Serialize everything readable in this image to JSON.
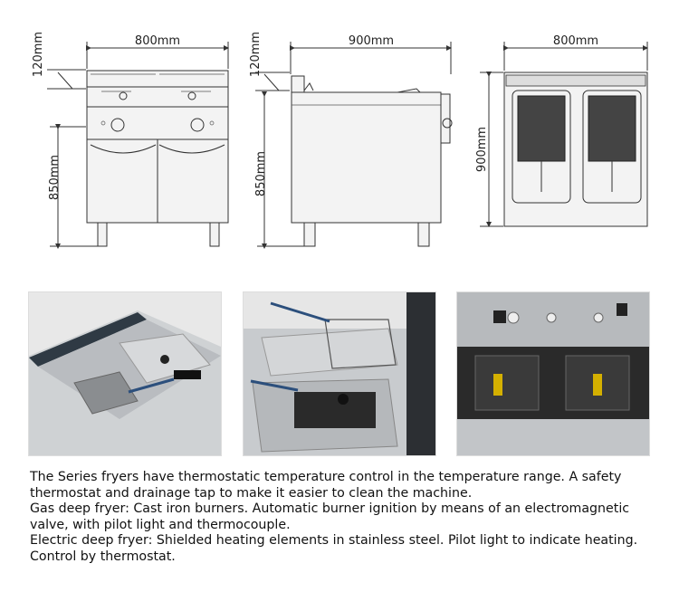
{
  "dimensions": {
    "front": {
      "width": "800mm",
      "top_height": "120mm",
      "body_height": "850mm"
    },
    "side": {
      "depth": "900mm",
      "top_height": "120mm",
      "body_height": "850mm"
    },
    "top": {
      "width": "800mm",
      "depth": "900mm"
    }
  },
  "description": {
    "line1": "The Series fryers have thermostatic temperature control in the temperature range. A safety thermostat and drainage tap to make it easier to clean the machine.",
    "line2": "Gas deep fryer: Cast iron burners. Automatic burner ignition by means of an electromagnetic valve, with pilot light and thermocouple.",
    "line3": "Electric deep fryer: Shielded heating elements in stainless steel. Pilot light to indicate heating. Control by thermostat."
  }
}
